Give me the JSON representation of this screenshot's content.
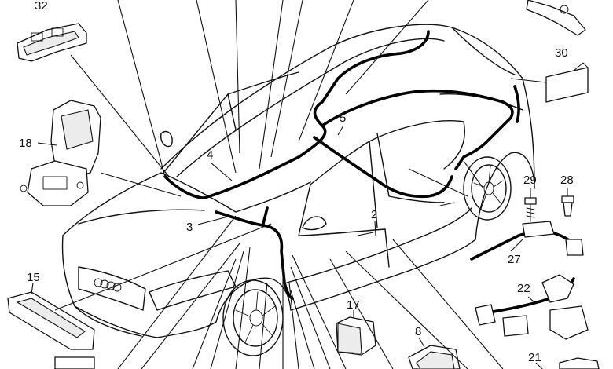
{
  "callouts": [
    {
      "id": "32",
      "text": "32"
    },
    {
      "id": "30",
      "text": "30"
    },
    {
      "id": "18",
      "text": "18"
    },
    {
      "id": "4",
      "text": "4"
    },
    {
      "id": "5",
      "text": "5"
    },
    {
      "id": "3",
      "text": "3"
    },
    {
      "id": "2",
      "text": "2"
    },
    {
      "id": "29",
      "text": "29"
    },
    {
      "id": "28",
      "text": "28"
    },
    {
      "id": "27",
      "text": "27"
    },
    {
      "id": "15",
      "text": "15"
    },
    {
      "id": "17",
      "text": "17"
    },
    {
      "id": "8",
      "text": "8"
    },
    {
      "id": "22",
      "text": "22"
    },
    {
      "id": "21",
      "text": "21"
    }
  ],
  "colors": {
    "line": "#111111",
    "background": "#ffffff"
  }
}
